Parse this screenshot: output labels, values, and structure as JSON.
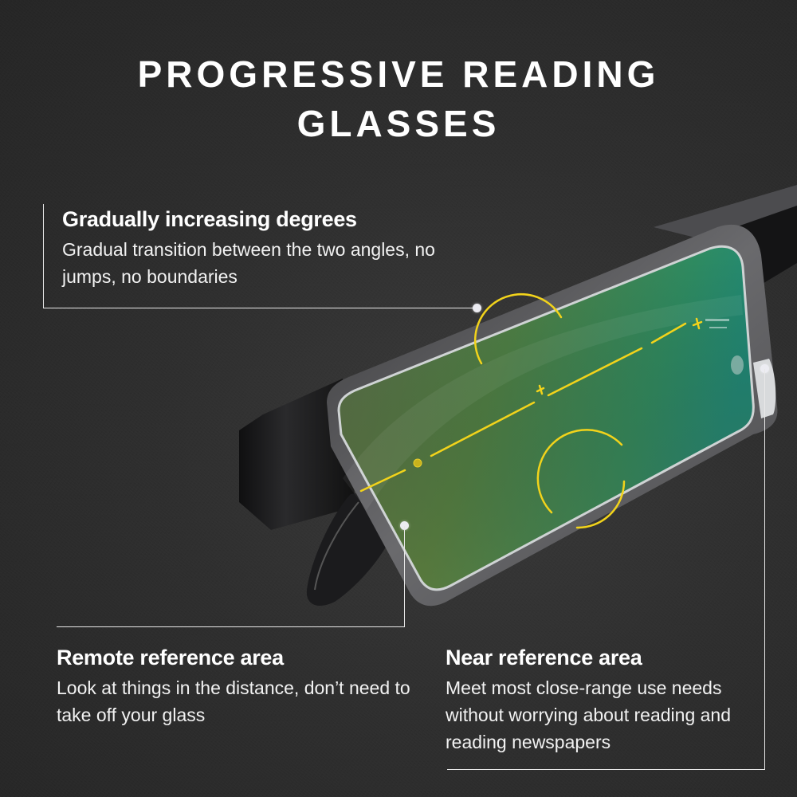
{
  "title": {
    "line1": "PROGRESSIVE READING",
    "line2": "GLASSES"
  },
  "callouts": [
    {
      "heading": "Gradually increasing degrees",
      "body": "Gradual transition between the two angles, no jumps, no boundaries"
    },
    {
      "heading": "Remote reference area",
      "body": "Look at things in the distance, don’t need to take off your glass"
    },
    {
      "heading": "Near reference area",
      "body": "Meet most close-range use needs without worrying about reading and reading newspapers"
    }
  ],
  "colors": {
    "background": "#2e2e2e",
    "text": "#ffffff",
    "lens_green": "#3f8a5a",
    "marker_yellow": "#f2d31b",
    "frame_gunmetal": "#5a5a5c"
  },
  "lens_markers": {
    "icons": [
      "top-arc-icon",
      "near-circle-icon",
      "crosshair-icon",
      "center-dot-icon"
    ]
  }
}
